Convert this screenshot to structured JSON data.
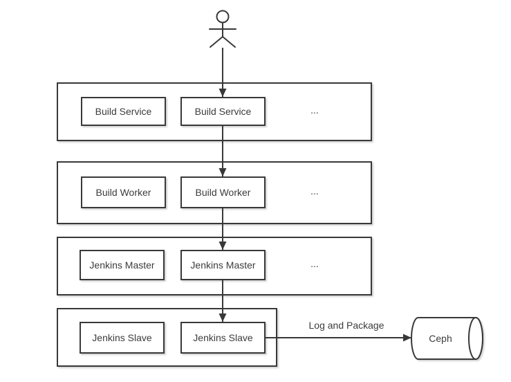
{
  "diagram": {
    "rows": [
      {
        "name": "build-service",
        "nodes": [
          "Build Service",
          "Build Service"
        ],
        "more": "..."
      },
      {
        "name": "build-worker",
        "nodes": [
          "Build Worker",
          "Build Worker"
        ],
        "more": "..."
      },
      {
        "name": "jenkins-master",
        "nodes": [
          "Jenkins Master",
          "Jenkins Master"
        ],
        "more": "..."
      },
      {
        "name": "jenkins-slave",
        "nodes": [
          "Jenkins Slave",
          "Jenkins Slave"
        ]
      }
    ],
    "edges": {
      "log_label": "Log and Package"
    },
    "storage": {
      "label": "Ceph"
    },
    "colors": {
      "stroke": "#383838",
      "text": "#3b3b3b",
      "background": "#ffffff"
    }
  }
}
